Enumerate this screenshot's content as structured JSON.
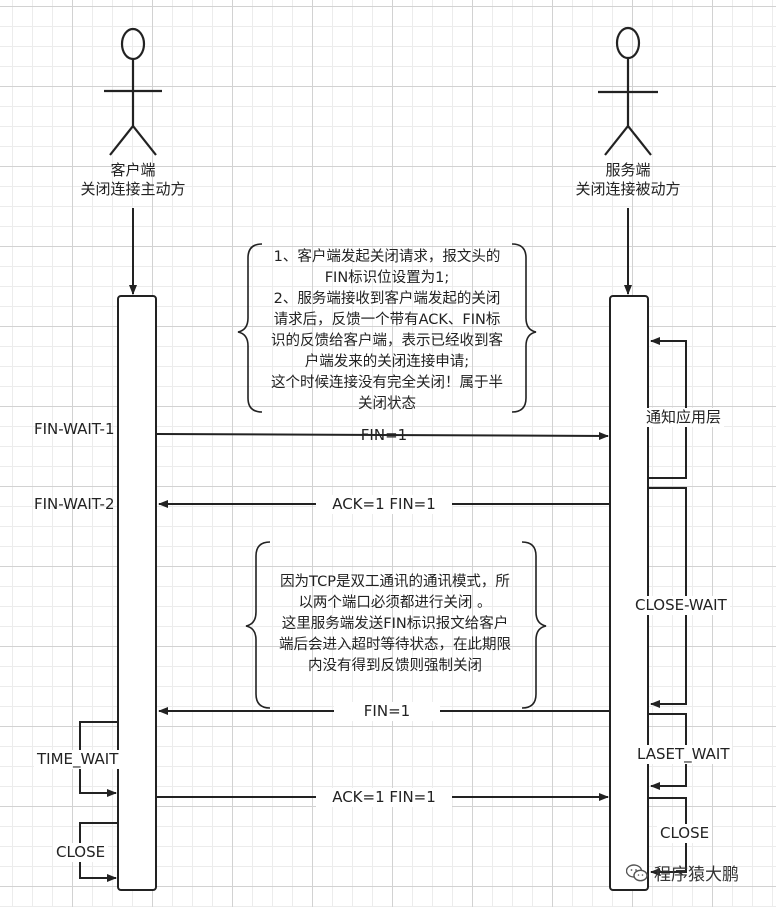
{
  "actors": {
    "client": {
      "name": "客户端",
      "role": "关闭连接主动方"
    },
    "server": {
      "name": "服务端",
      "role": "关闭连接被动方"
    }
  },
  "messages": [
    {
      "label": "FIN=1",
      "from": "client",
      "to": "server"
    },
    {
      "label": "ACK=1 FIN=1",
      "from": "server",
      "to": "client"
    },
    {
      "label": "FIN=1",
      "from": "server",
      "to": "client"
    },
    {
      "label": "ACK=1 FIN=1",
      "from": "client",
      "to": "server"
    }
  ],
  "client_states": [
    "FIN-WAIT-1",
    "FIN-WAIT-2",
    "TIME_WAIT",
    "CLOSE"
  ],
  "server_states": {
    "notify": "通知应用层",
    "close_wait": "CLOSE-WAIT",
    "last_wait": "LASET_WAIT",
    "close": "CLOSE"
  },
  "notes": {
    "note1": [
      "1、客户端发起关闭请求，报文头的",
      "FIN标识位设置为1;",
      "2、服务端接收到客户端发起的关闭",
      "请求后，反馈一个带有ACK、FIN标",
      "识的反馈给客户端，表示已经收到客",
      "户端发来的关闭连接申请;",
      "这个时候连接没有完全关闭！属于半",
      "关闭状态"
    ],
    "note2": [
      "因为TCP是双工通讯的通讯模式，所",
      "以两个端口必须都进行关闭 。",
      "这里服务端发送FIN标识报文给客户",
      "端后会进入超时等待状态，在此期限",
      "内没有得到反馈则强制关闭"
    ]
  },
  "watermark": "程序猿大鹏"
}
